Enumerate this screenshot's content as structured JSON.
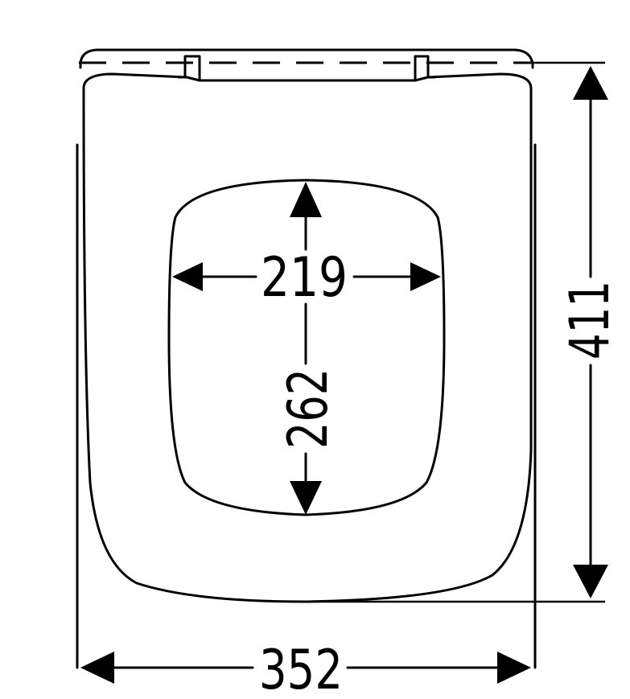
{
  "dimensions": {
    "opening_width": "219",
    "opening_depth": "262",
    "overall_length": "411",
    "overall_width": "352"
  }
}
